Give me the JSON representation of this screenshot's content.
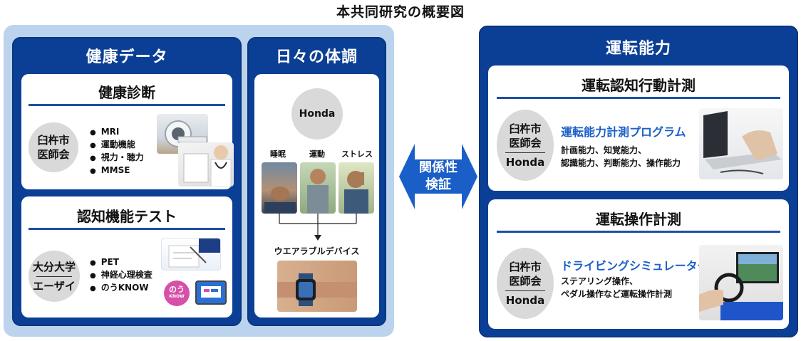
{
  "title": "本共同研究の概要図",
  "left": {
    "health": {
      "title": "健康データ",
      "checkup": {
        "title": "健康診断",
        "org_line1": "臼杵市",
        "org_line2": "医師会",
        "items": [
          "MRI",
          "運動機能",
          "視力・聴力",
          "MMSE"
        ]
      },
      "cognitive": {
        "title": "認知機能テスト",
        "org_line1": "大分大学",
        "org_line2": "エーザイ",
        "items": [
          "PET",
          "神経心理検査",
          "のうKNOW"
        ],
        "app_logo_top": "のう",
        "app_logo_bottom": "KNOW"
      }
    },
    "daily": {
      "title": "日々の体調",
      "org": "Honda",
      "labels": [
        "睡眠",
        "運動",
        "ストレス"
      ],
      "device_label": "ウエアラブルデバイス"
    }
  },
  "center": {
    "line1": "関係性",
    "line2": "検証",
    "color": "#1a5fc8"
  },
  "right": {
    "title": "運転能力",
    "cognition": {
      "title": "運転認知行動計測",
      "org_line1": "臼杵市",
      "org_line2": "医師会",
      "org_line3": "Honda",
      "program": "運転能力計測プログラム",
      "desc_line1": "計画能力、知覚能力、",
      "desc_line2": "認識能力、判断能力、操作能力"
    },
    "operation": {
      "title": "運転操作計測",
      "org_line1": "臼杵市",
      "org_line2": "医師会",
      "org_line3": "Honda",
      "program": "ドライビングシミュレーター",
      "desc_line1": "ステアリング操作、",
      "desc_line2": "ペダル操作など運転操作計測"
    }
  },
  "colors": {
    "panel": "#0b3f96",
    "outer": "#bcd3ee",
    "accent": "#1a5fc8"
  }
}
